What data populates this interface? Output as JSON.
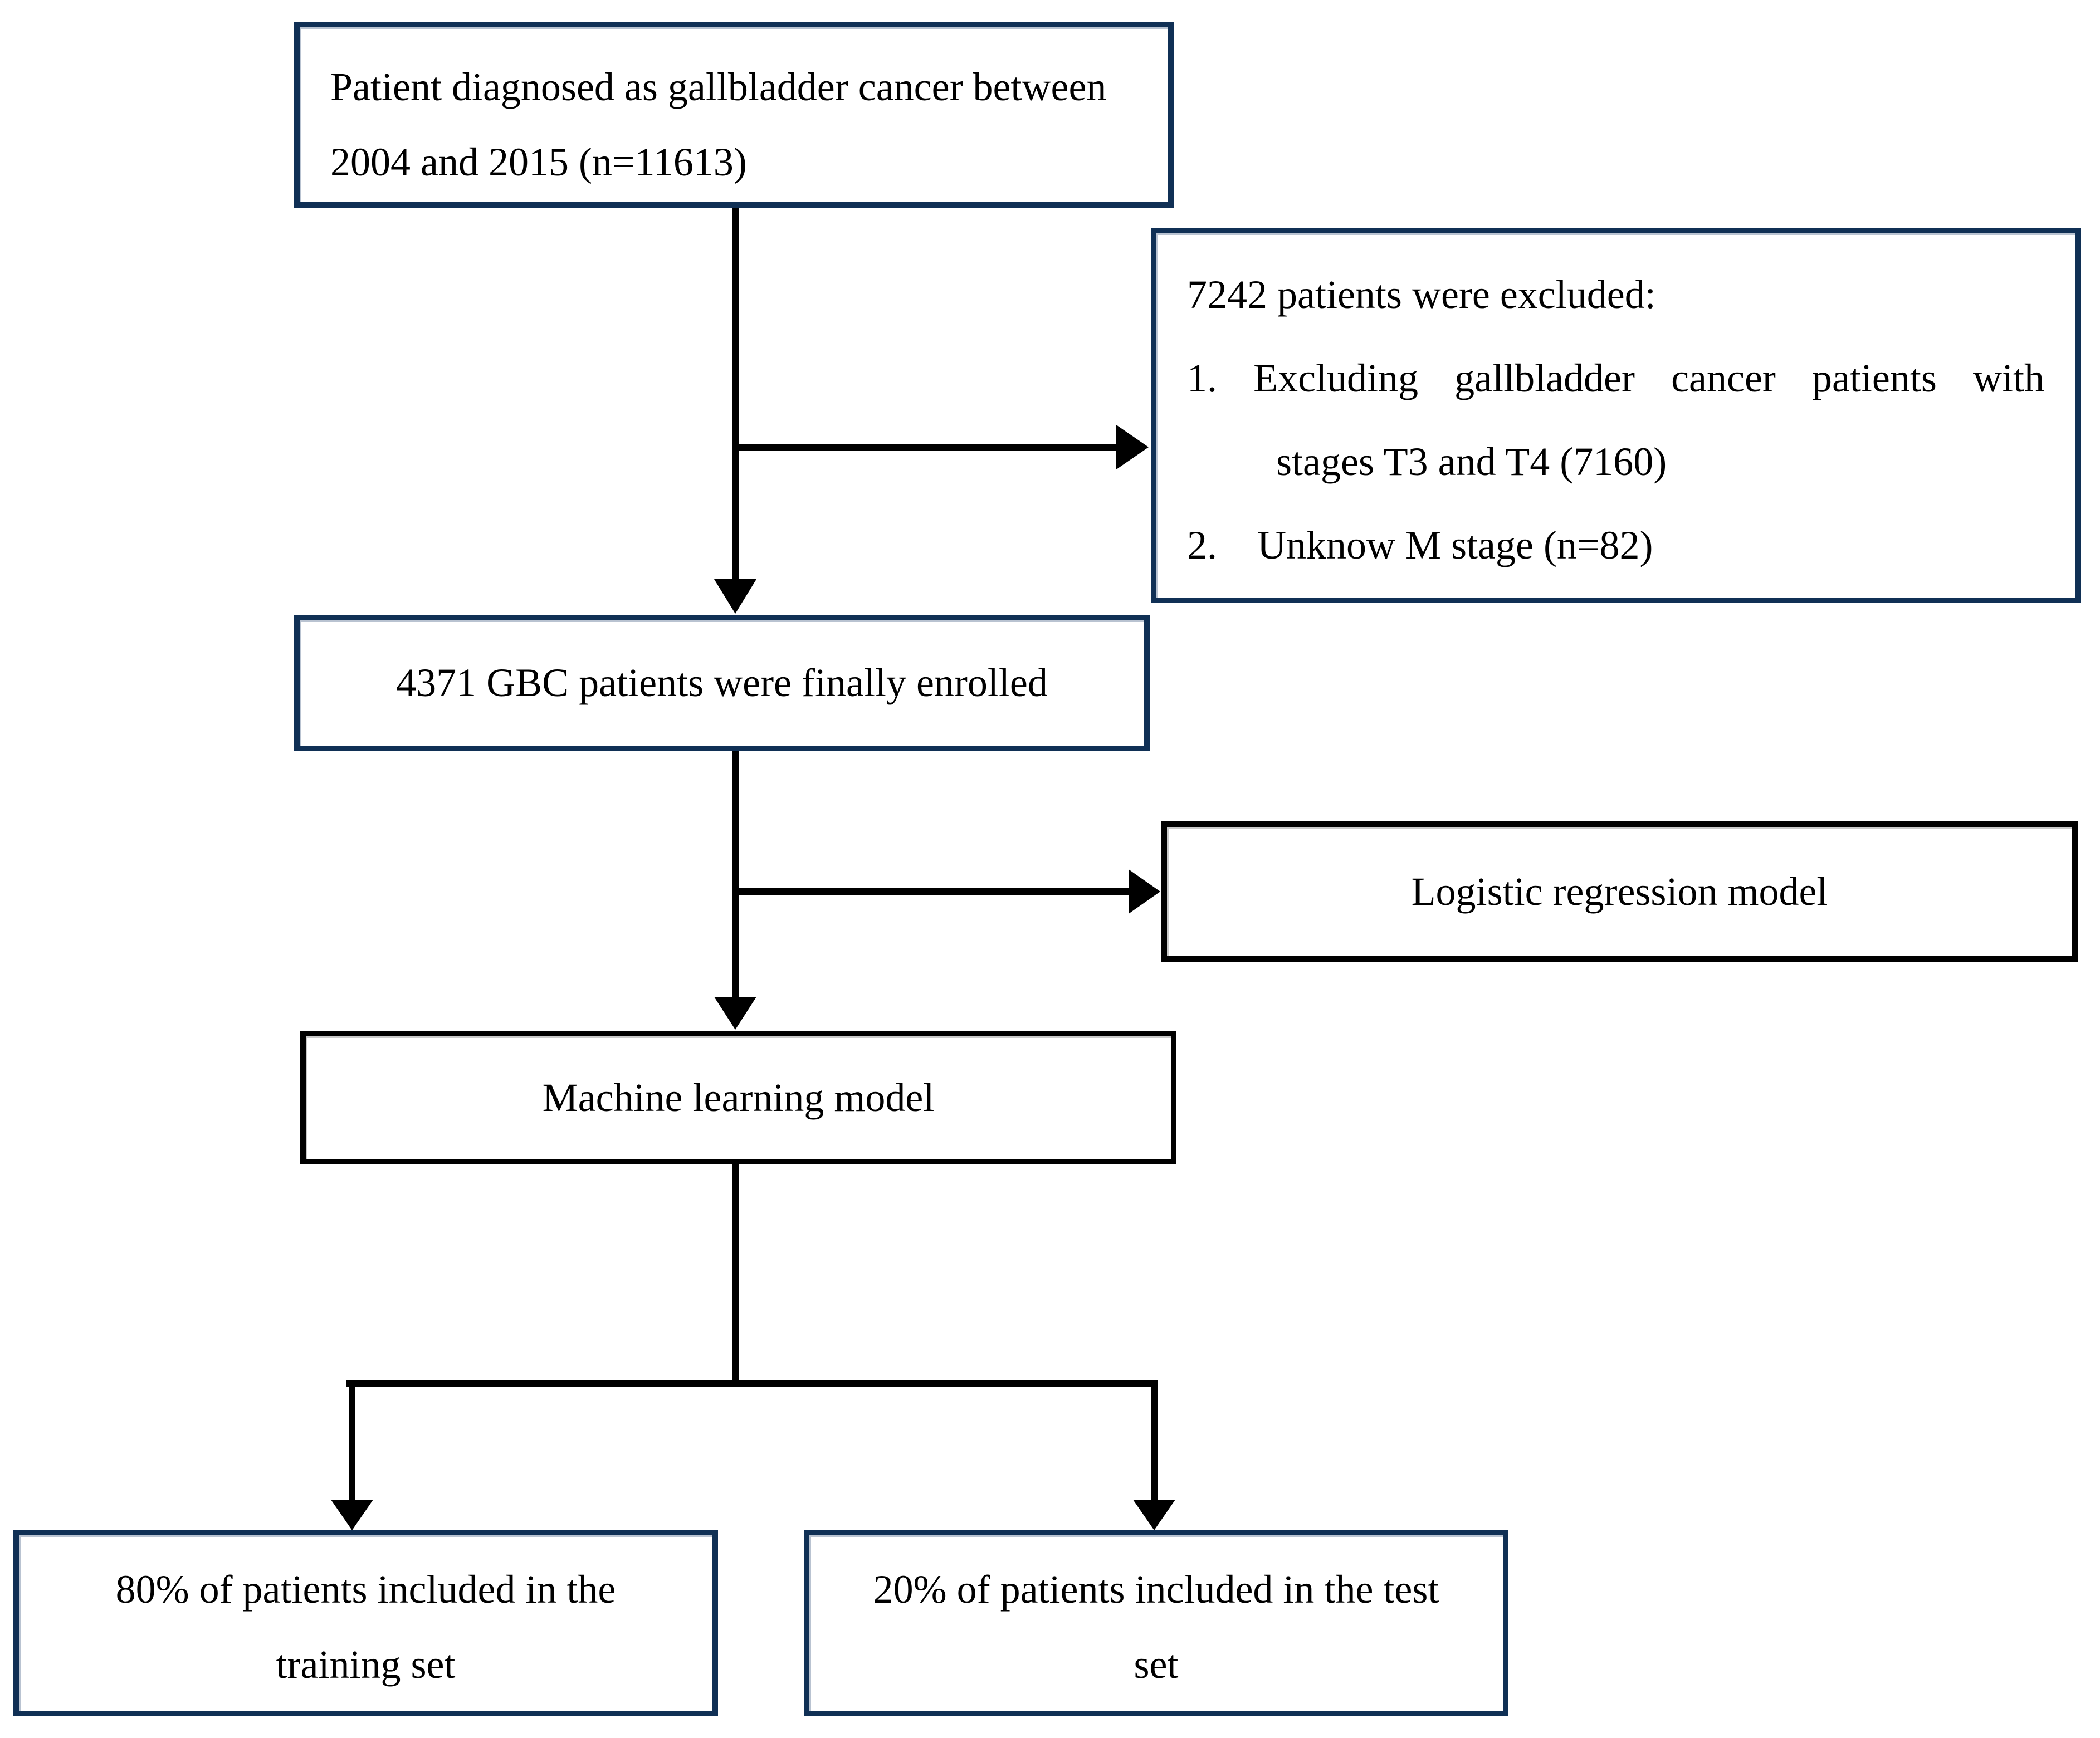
{
  "colors": {
    "box_border_navy": "#103055",
    "box_border_black": "#000000",
    "arrow": "#000000",
    "background": "#ffffff",
    "text": "#000000"
  },
  "boxes": {
    "patient": {
      "line1": "Patient diagnosed as gallbladder cancer between",
      "line2": "2004 and 2015 (n=11613)"
    },
    "excluded": {
      "header": "7242 patients were excluded:",
      "item1_line1": "1. Excluding gallbladder cancer patients with",
      "item1_line2": "stages T3 and T4 (7160)",
      "item2": "2.    Unknow M stage (n=82)"
    },
    "enrolled": {
      "text": "4371 GBC patients were finally enrolled"
    },
    "logistic": {
      "text": "Logistic regression model"
    },
    "machine_learning": {
      "text": "Machine learning model"
    },
    "training": {
      "line1": "80% of patients included in the",
      "line2": "training set"
    },
    "test": {
      "line1": "20% of patients included in the test",
      "line2": "set"
    }
  }
}
